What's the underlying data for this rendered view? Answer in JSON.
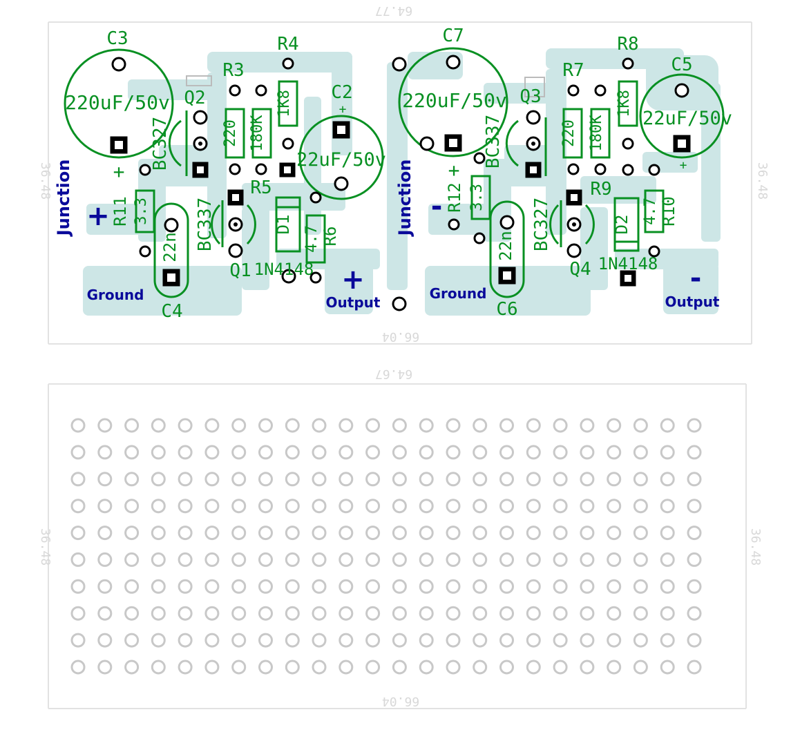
{
  "dimensions": {
    "top_width": "64.77",
    "top_bottom_width": "66.04",
    "top_left_height": "36.48",
    "top_right_height": "36.48",
    "bottom_width": "64.67",
    "bottom_bottom_width": "66.04",
    "bottom_left_height": "36.48",
    "bottom_right_height": "36.48"
  },
  "components": {
    "c3": {
      "name": "C3",
      "value": "220uF/50v",
      "polarity": "+"
    },
    "c7": {
      "name": "C7",
      "value": "220uF/50v",
      "polarity": "+"
    },
    "c2": {
      "name": "C2",
      "value": "22uF/50v",
      "polarity": "+"
    },
    "c5": {
      "name": "C5",
      "value": "22uF/50v",
      "polarity": "+"
    },
    "c4": {
      "name": "C4",
      "value": "22n"
    },
    "c6": {
      "name": "C6",
      "value": "22n"
    },
    "q1": {
      "name": "Q1",
      "value": "BC337"
    },
    "q2": {
      "name": "Q2",
      "value": "BC327"
    },
    "q3": {
      "name": "Q3",
      "value": "BC337"
    },
    "q4": {
      "name": "Q4",
      "value": "BC327"
    },
    "r3": {
      "name": "R3",
      "value": "220"
    },
    "r4": {
      "name": "R4",
      "value": "1K8"
    },
    "r5": {
      "name": "R5",
      "value": "180K"
    },
    "r6": {
      "name": "R6",
      "value": "4.7"
    },
    "r7": {
      "name": "R7",
      "value": "220"
    },
    "r8": {
      "name": "R8",
      "value": "1K8"
    },
    "r9": {
      "name": "R9",
      "value": "180K"
    },
    "r10": {
      "name": "R10",
      "value": "4.7"
    },
    "r11": {
      "name": "R11",
      "value": "3.3"
    },
    "r12": {
      "name": "R12",
      "value": "3.3"
    },
    "d1": {
      "name": "D1",
      "value": "1N4148"
    },
    "d2": {
      "name": "D2",
      "value": "1N4148"
    }
  },
  "labels": {
    "junction_left": "Junction",
    "junction_right": "Junction",
    "ground_left": "Ground",
    "ground_right": "Ground",
    "output_left": "Output",
    "output_right": "Output",
    "plus_left": "+",
    "minus_right": "-",
    "output_plus": "+",
    "output_minus": "-"
  },
  "perfboard": {
    "columns": 24,
    "rows": 10
  },
  "colors": {
    "silkscreen": "#089022",
    "track": "#cde6e6",
    "label": "#0a0a9a",
    "dimension": "#d8d8d8",
    "hole": "#c8c8c8"
  }
}
